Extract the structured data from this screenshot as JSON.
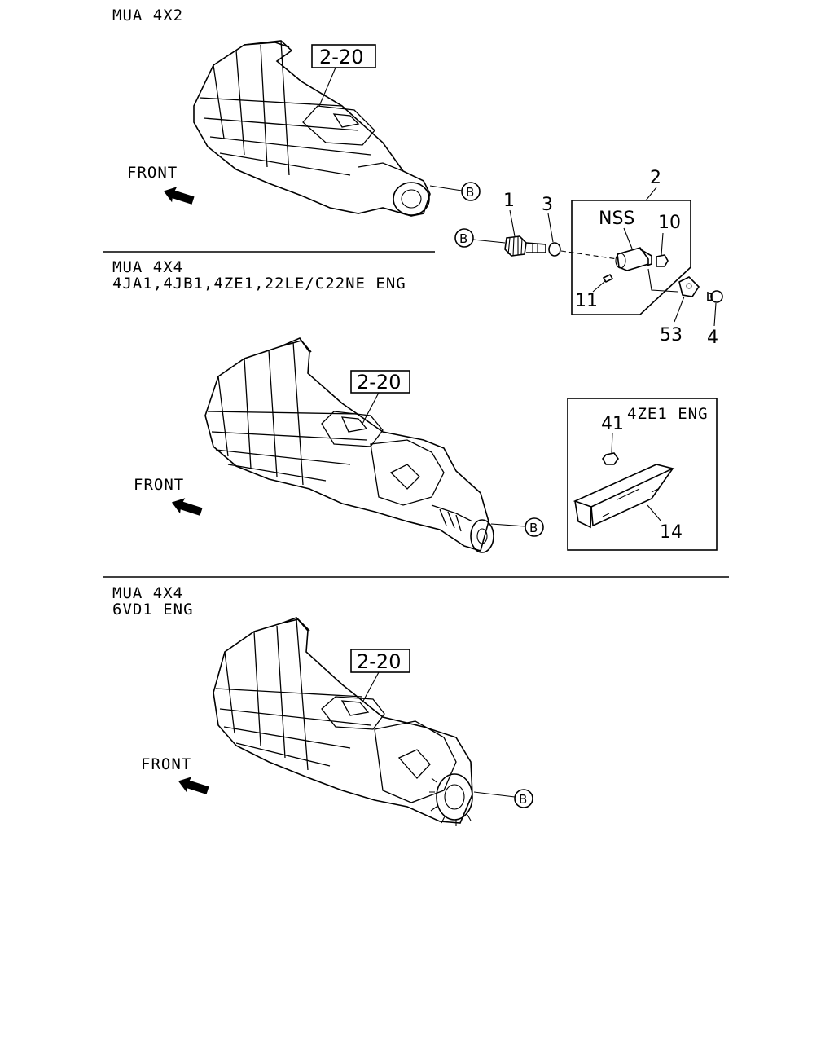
{
  "sections": [
    {
      "line1": "MUA 4X2",
      "line2": ""
    },
    {
      "line1": "MUA 4X4",
      "line2": "4JA1,4JB1,4ZE1,22LE/C22NE ENG"
    },
    {
      "line1": "MUA 4X4",
      "line2": "6VD1 ENG"
    }
  ],
  "front_label": "FRONT",
  "ref_box": "2-20",
  "callout_b": "B",
  "parts": {
    "p1": "1",
    "p2": "2",
    "p3": "3",
    "p4": "4",
    "p10": "10",
    "p11": "11",
    "p53": "53",
    "p41": "41",
    "p14": "14",
    "nss": "NSS"
  },
  "inset_note": "4ZE1 ENG"
}
